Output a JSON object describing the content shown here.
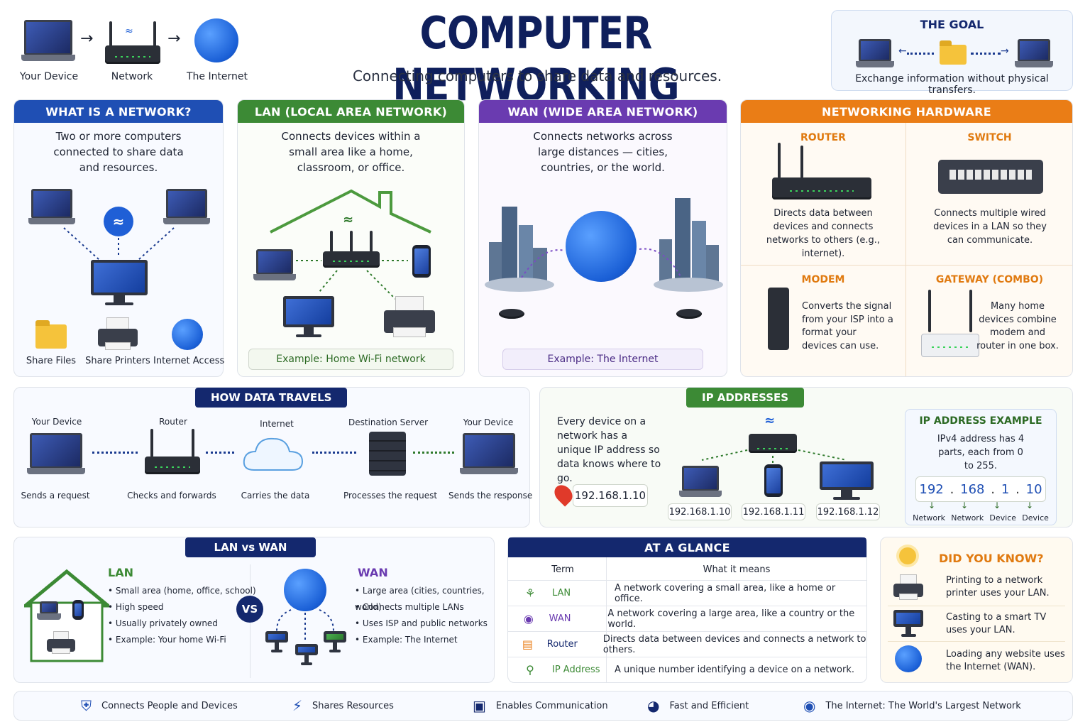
{
  "header": {
    "title": "COMPUTER NETWORKING",
    "subtitle": "Connecting computers to share data and resources.",
    "flow": [
      "Your Device",
      "Network",
      "The Internet"
    ],
    "goal": {
      "title": "THE GOAL",
      "text": "Exchange information without physical transfers."
    }
  },
  "what_is": {
    "title": "WHAT IS A NETWORK?",
    "desc": "Two or more computers connected to share data and resources.",
    "items": [
      "Share Files",
      "Share Printers",
      "Internet Access"
    ]
  },
  "lan": {
    "title": "LAN (LOCAL AREA NETWORK)",
    "desc": "Connects devices within a small area like a home, classroom, or office.",
    "example": "Example: Home Wi-Fi network"
  },
  "wan": {
    "title": "WAN (WIDE AREA NETWORK)",
    "desc": "Connects networks across large distances — cities, countries, or the world.",
    "example": "Example: The Internet"
  },
  "hardware": {
    "title": "NETWORKING HARDWARE",
    "items": [
      {
        "name": "ROUTER",
        "text": "Directs data between devices and connects networks to others (e.g., internet)."
      },
      {
        "name": "SWITCH",
        "text": "Connects multiple wired devices in a LAN so they can communicate."
      },
      {
        "name": "MODEM",
        "text": "Converts the signal from your ISP into a format your devices can use."
      },
      {
        "name": "GATEWAY (COMBO)",
        "text": "Many home devices combine modem and router in one box."
      }
    ]
  },
  "travel": {
    "title": "HOW DATA TRAVELS",
    "steps": [
      {
        "name": "Your Device",
        "action": "Sends a request"
      },
      {
        "name": "Router",
        "action": "Checks and forwards"
      },
      {
        "name": "Internet",
        "action": "Carries the data"
      },
      {
        "name": "Destination Server",
        "action": "Processes the request"
      },
      {
        "name": "Your Device",
        "action": "Sends the response"
      }
    ]
  },
  "ip": {
    "title": "IP ADDRESSES",
    "desc": "Every device on a network has a unique IP address so data knows where to go.",
    "address": "192.168.1.10",
    "devices": [
      "192.168.1.10",
      "192.168.1.11",
      "192.168.1.12"
    ],
    "example": {
      "title": "IP ADDRESS EXAMPLE",
      "text": "IPv4 address has 4 parts, each from 0 to 255.",
      "parts": [
        "192",
        "168",
        "1",
        "10"
      ],
      "labels": [
        "Network",
        "Network",
        "Device",
        "Device"
      ]
    }
  },
  "lanvswan": {
    "title": "LAN vs WAN",
    "vs": "VS",
    "lan": {
      "title": "LAN",
      "bullets": [
        "Small area (home, office, school)",
        "High speed",
        "Usually privately owned",
        "Example: Your home Wi-Fi"
      ]
    },
    "wan": {
      "title": "WAN",
      "bullets": [
        "Large area (cities, countries, world)",
        "Connects multiple LANs",
        "Uses ISP and public networks",
        "Example: The Internet"
      ]
    }
  },
  "glance": {
    "title": "AT A GLANCE",
    "col_term": "Term",
    "col_meaning": "What it means",
    "rows": [
      {
        "term": "LAN",
        "meaning": "A network covering a small area, like a home or office."
      },
      {
        "term": "WAN",
        "meaning": "A network covering a large area, like a country or the world."
      },
      {
        "term": "Router",
        "meaning": "Directs data between devices and connects a network to others."
      },
      {
        "term": "IP Address",
        "meaning": "A unique number identifying a device on a network."
      }
    ]
  },
  "dyk": {
    "title": "DID YOU KNOW?",
    "items": [
      "Printing to a network printer uses your LAN.",
      "Casting to a smart TV uses your LAN.",
      "Loading any website uses the Internet (WAN)."
    ]
  },
  "footer": [
    "Connects People and Devices",
    "Shares Resources",
    "Enables Communication",
    "Fast and Efficient",
    "The Internet: The World's Largest Network"
  ],
  "colors": {
    "blue": "#1f4fb4",
    "green": "#3c8a35",
    "purple": "#6a3bb0",
    "orange": "#ea7d16",
    "navy": "#14286e",
    "title": "#0f1f5c"
  }
}
